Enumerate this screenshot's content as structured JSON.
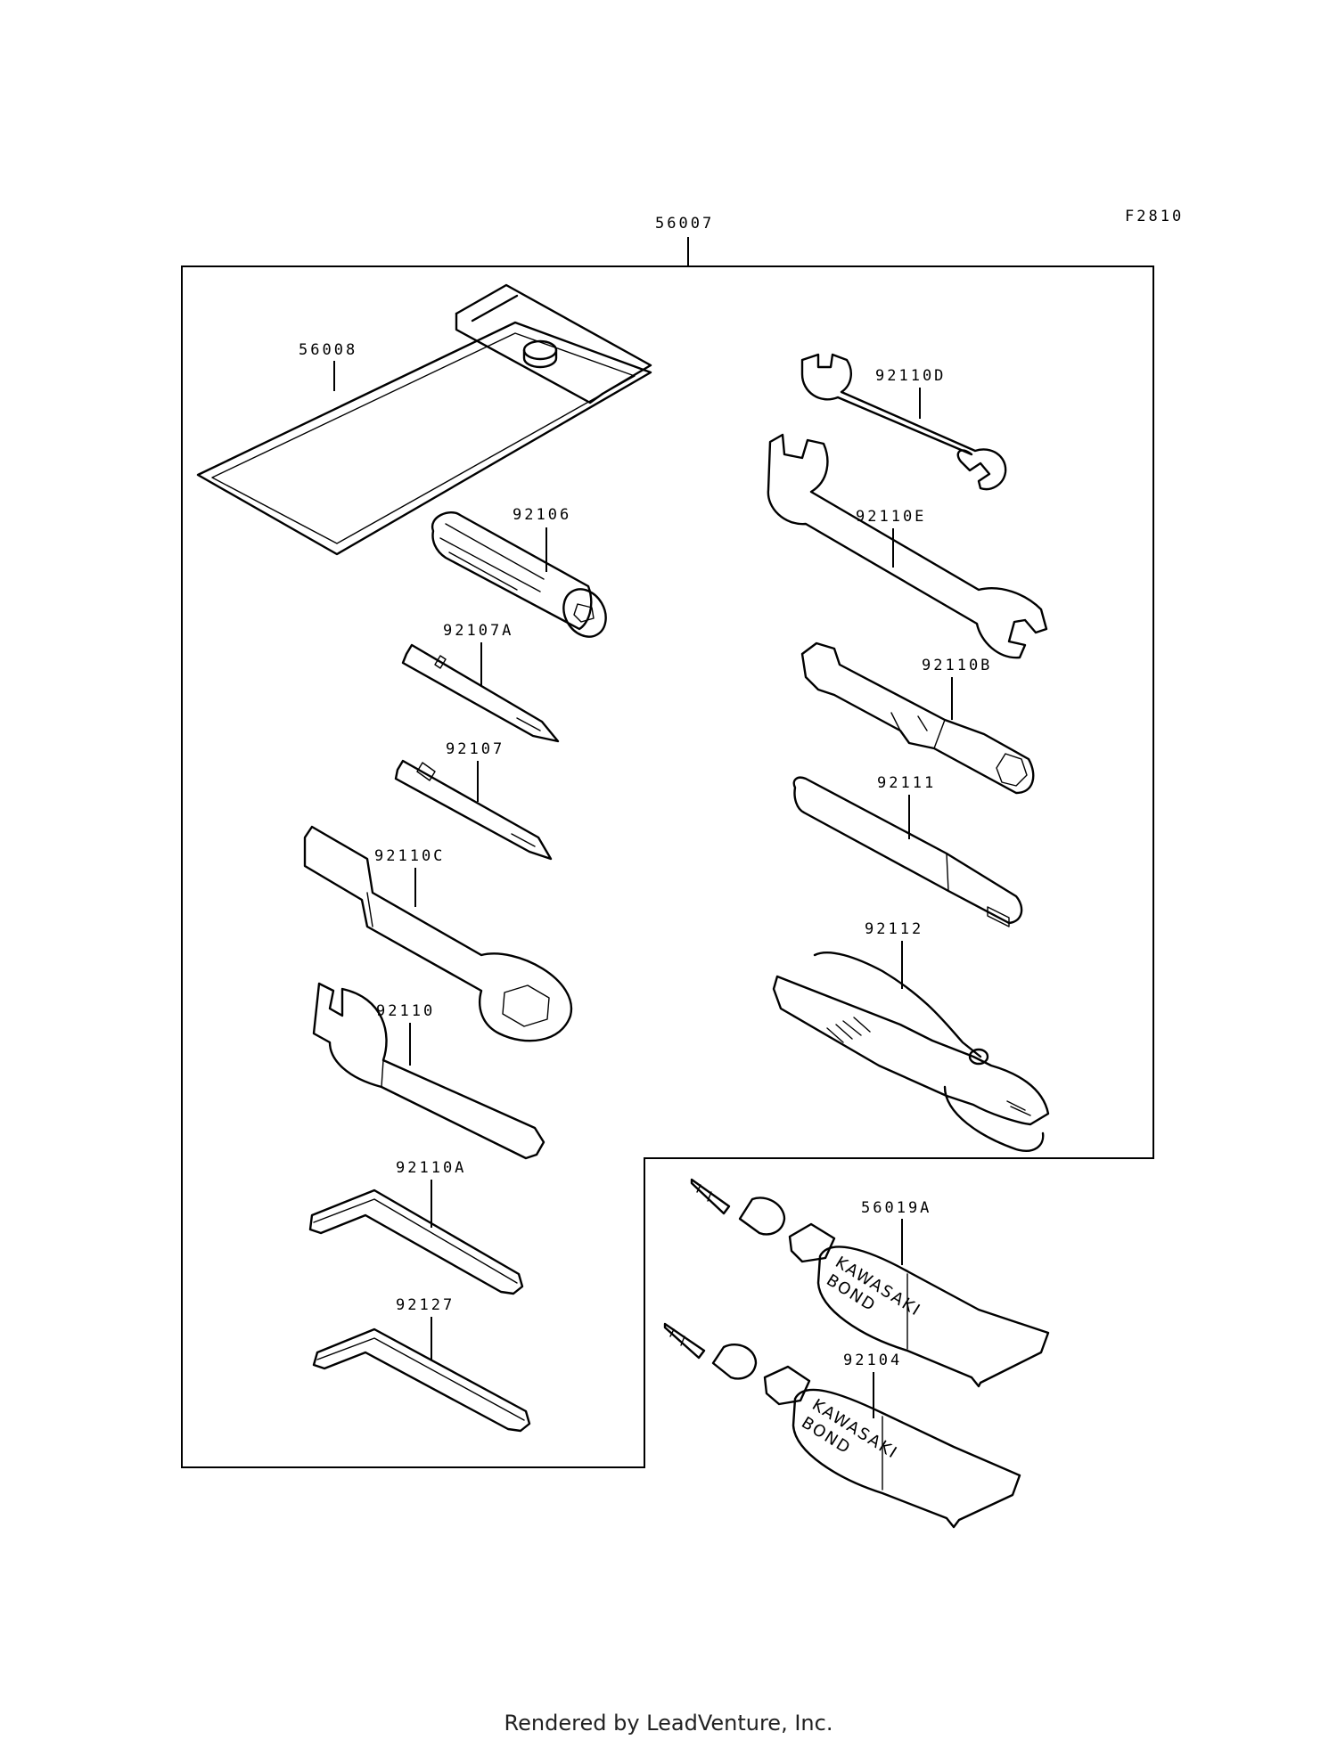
{
  "figure_code": "F2810",
  "assembly_part": "56007",
  "parts": [
    {
      "id": "pouch",
      "number": "56008"
    },
    {
      "id": "socket-handle",
      "number": "92106"
    },
    {
      "id": "bit-a",
      "number": "92107A"
    },
    {
      "id": "bit",
      "number": "92107"
    },
    {
      "id": "ring-wrench",
      "number": "92110C"
    },
    {
      "id": "hook-wrench",
      "number": "92110"
    },
    {
      "id": "hex-key-a",
      "number": "92110A"
    },
    {
      "id": "hex-key",
      "number": "92127"
    },
    {
      "id": "open-wrench-small",
      "number": "92110D"
    },
    {
      "id": "open-wrench-large",
      "number": "92110E"
    },
    {
      "id": "box-socket",
      "number": "92110B"
    },
    {
      "id": "bar",
      "number": "92111"
    },
    {
      "id": "pliers",
      "number": "92112"
    },
    {
      "id": "bond-a",
      "number": "56019A"
    },
    {
      "id": "bond",
      "number": "92104"
    }
  ],
  "tube_brand": "KAWASAKI",
  "tube_product": "BOND",
  "footer_text": "Rendered by LeadVenture, Inc."
}
